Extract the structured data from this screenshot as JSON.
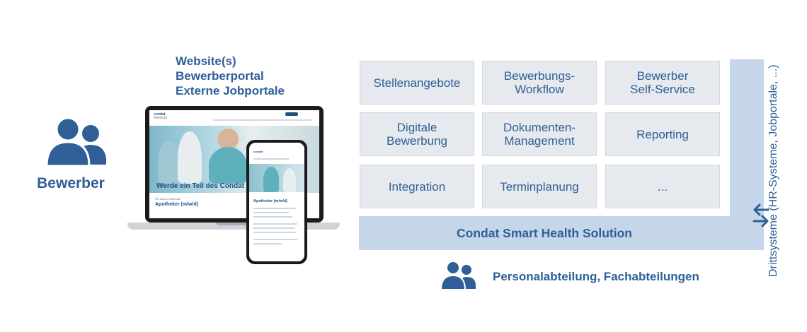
{
  "applicant": {
    "label": "Bewerber",
    "icon": "users-icon"
  },
  "channels": [
    "Website(s)",
    "Bewerberportal",
    "Externe Jobportale"
  ],
  "website_preview": {
    "logo_line1": "condat",
    "logo_line2": "Klinikum",
    "hero_caption": "Werde ein Teil des Condat",
    "job_small": "Wir suchen Dich als",
    "job_title": "Apotheker (m/w/d)"
  },
  "phone_preview": {
    "job_title": "Apotheker (m/w/d)"
  },
  "modules": [
    [
      "Stellenangebote"
    ],
    [
      "Bewerbungs-",
      "Workflow"
    ],
    [
      "Bewerber",
      "Self-Service"
    ],
    [
      "Digitale",
      "Bewerbung"
    ],
    [
      "Dokumenten-",
      "Management"
    ],
    [
      "Reporting"
    ],
    [
      "Integration"
    ],
    [
      "Terminplanung"
    ],
    [
      "..."
    ]
  ],
  "solution": {
    "label": "Condat Smart Health Solution"
  },
  "third_party": {
    "label": "Drittsysteme (HR-Systeme, Jobportale, ...)",
    "icon": "exchange-arrows-icon"
  },
  "hr": {
    "label": "Personalabteilung, Fachabteilungen",
    "icon": "users-icon"
  },
  "colors": {
    "brand": "#2f5f96",
    "frame": "#c5d6ea",
    "module_bg": "#e6e9ed"
  }
}
